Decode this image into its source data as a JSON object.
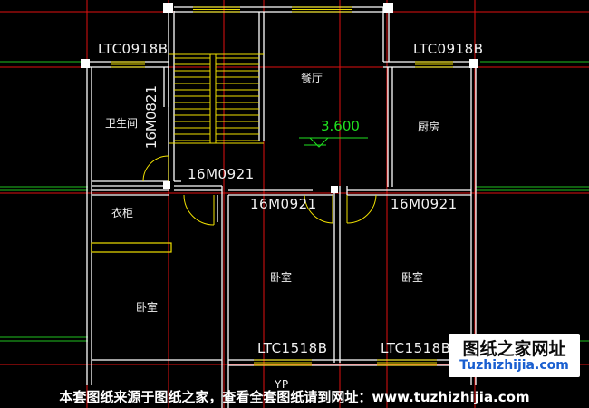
{
  "labels": {
    "win_top_left": "LTC0918B",
    "win_top_right": "LTC0918B",
    "door_bath": "16M0821",
    "dining": "餐厅",
    "elevation": "3.600",
    "bathroom": "卫生间",
    "kitchen": "厨房",
    "door_mid_left": "16M0921",
    "door_mid_center": "16M0921",
    "door_mid_right": "16M0921",
    "wardrobe": "衣柜",
    "bedroom_left": "卧室",
    "bedroom_center": "卧室",
    "bedroom_right": "卧室",
    "win_bottom_center": "LTC1518B",
    "win_bottom_right": "LTC1518B",
    "cut_text": "YP"
  },
  "watermark": {
    "title": "图纸之家网址",
    "url": "Tuzhizhijia.com"
  },
  "footer": "本套图纸来源于图纸之家，查看全套图纸请到网址：www.tuzhizhijia.com",
  "colors": {
    "wall": "#ffffff",
    "axis": "#e01010",
    "grid": "#20c020",
    "stair": "#f0e000",
    "door": "#f0e000",
    "elevation_mark": "#1fe01f"
  }
}
